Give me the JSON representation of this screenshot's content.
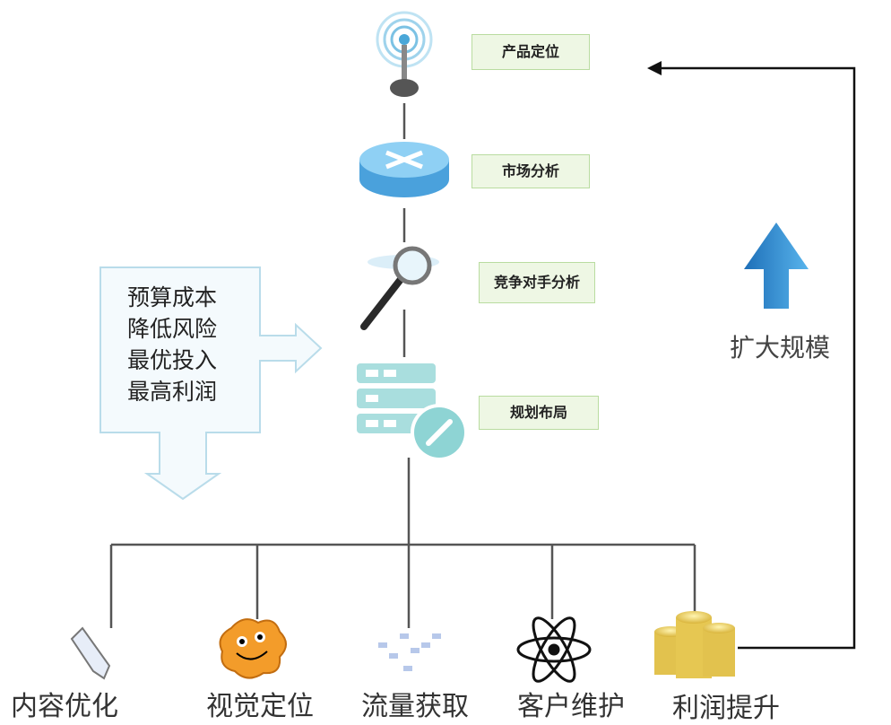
{
  "top_nodes": [
    {
      "label": "产品定位",
      "icon": "antenna-icon"
    },
    {
      "label": "市场分析",
      "icon": "router-icon"
    },
    {
      "label": "竞争对手分析",
      "icon": "magnifier-icon"
    },
    {
      "label": "规划布局",
      "icon": "server-link-icon"
    }
  ],
  "callout_lines": [
    "预算成本",
    "降低风险",
    "最优投入",
    "最高利润"
  ],
  "bottom_nodes": [
    {
      "label": "内容优化",
      "icon": "pencil-icon"
    },
    {
      "label": "视觉定位",
      "icon": "cookie-face-icon"
    },
    {
      "label": "流量获取",
      "icon": "dots-grid-icon"
    },
    {
      "label": "客户维护",
      "icon": "atom-icon"
    },
    {
      "label": "利润提升",
      "icon": "coin-stack-icon"
    }
  ],
  "side_label": "扩大规模",
  "side_icon": "up-arrow-icon",
  "colors": {
    "box_fill": "#eef7e4",
    "box_border": "#b9dca0",
    "line": "#555555",
    "callout": "#d6eaf3",
    "arrow_blue": "#2f83c7"
  }
}
